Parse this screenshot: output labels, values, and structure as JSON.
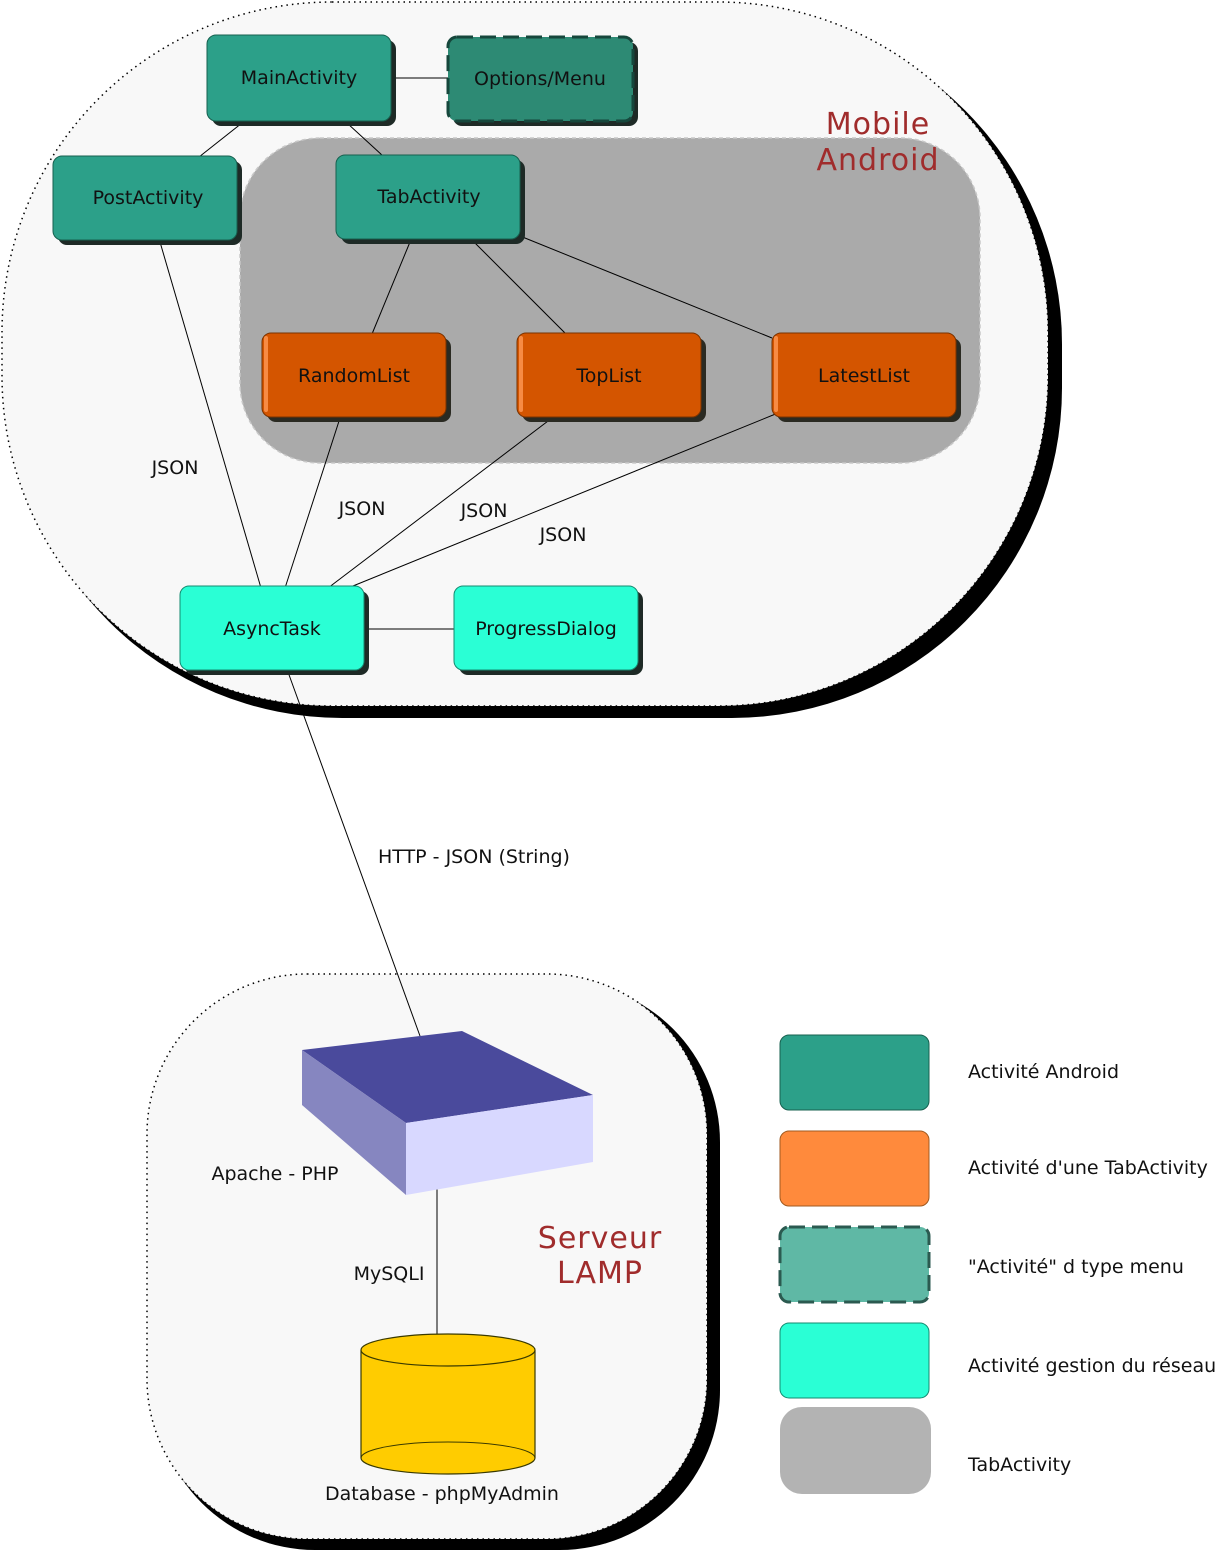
{
  "regions": {
    "mobile": {
      "title_line1": "Mobile",
      "title_line2": "Android"
    },
    "server": {
      "title_line1": "Serveur",
      "title_line2": "LAMP"
    }
  },
  "nodes": {
    "main_activity": "MainActivity",
    "options_menu": "Options/Menu",
    "post_activity": "PostActivity",
    "tab_activity": "TabActivity",
    "random_list": "RandomList",
    "top_list": "TopList",
    "latest_list": "LatestList",
    "async_task": "AsyncTask",
    "progress_dialog": "ProgressDialog",
    "apache_php": "Apache - PHP",
    "database": "Database - phpMyAdmin"
  },
  "edge_labels": {
    "post_json": "JSON",
    "random_json": "JSON",
    "top_json": "JSON",
    "latest_json": "JSON",
    "http": "HTTP - JSON (String)",
    "mysqli": "MySQLI"
  },
  "legend": {
    "android_activity": "Activité Android",
    "tab_child": "Activité d'une TabActivity",
    "menu_type": "\"Activité\" d type menu",
    "network": "Activité gestion du réseau",
    "tab_activity": "TabActivity"
  },
  "colors": {
    "android": "#2ca089",
    "android_dark": "#2d8a74",
    "tab_child": "#d45500",
    "tab_child_legend": "#ff8a3c",
    "menu_legend": "#5fb8a5",
    "network": "#2affd5",
    "tab_group": "#aaaaaa",
    "server_box_top": "#4a4a9c",
    "server_box_left": "#8686c0",
    "server_box_front": "#d8d8ff",
    "database": "#ffcc00",
    "region_title": "#a02c2c"
  }
}
